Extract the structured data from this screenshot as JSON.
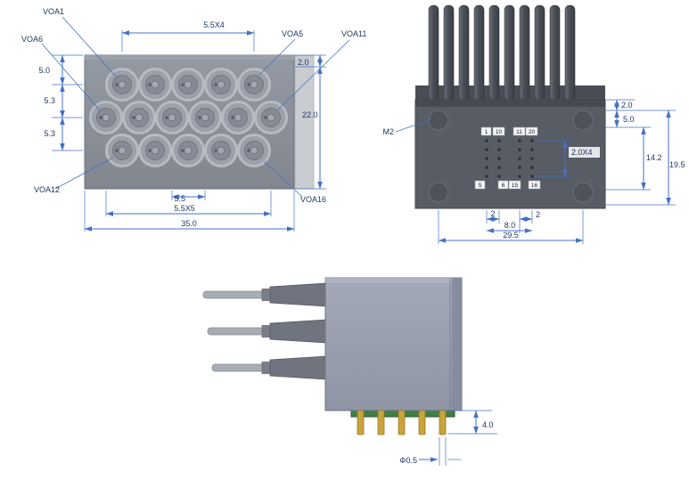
{
  "front_view": {
    "port_labels": {
      "voa1": "VOA1",
      "voa5": "VOA5",
      "voa6": "VOA6",
      "voa11": "VOA11",
      "voa12": "VOA12",
      "voa16": "VOA16"
    },
    "dimensions": {
      "top_pitch": "5.5X4",
      "corner_offset": "2.0",
      "height": "22.0",
      "row_offset_top": "5.0",
      "row_gap_1": "5.3",
      "row_gap_2": "5.3",
      "bottom_pitch": "5.5",
      "bottom_pitch_total": "5.5X5",
      "width": "35.0"
    }
  },
  "back_view": {
    "labels": {
      "screw": "M2"
    },
    "pin_numbers": {
      "p1": "1",
      "p10": "10",
      "p11": "11",
      "p20": "20",
      "p5": "5",
      "p6": "6",
      "p15": "15",
      "p16": "16"
    },
    "dimensions": {
      "top_edge": "2.0",
      "pin_row_offset": "5.0",
      "row_pitch": "2.0X4",
      "pin_field_height": "14.2",
      "overall_height": "19.5",
      "col_gap_left": "2",
      "col_span": "8.0",
      "col_gap_right": "2",
      "mount_width": "29.5"
    }
  },
  "side_view": {
    "dimensions": {
      "pin_length": "4.0",
      "pin_diameter": "Φ0.5"
    }
  }
}
